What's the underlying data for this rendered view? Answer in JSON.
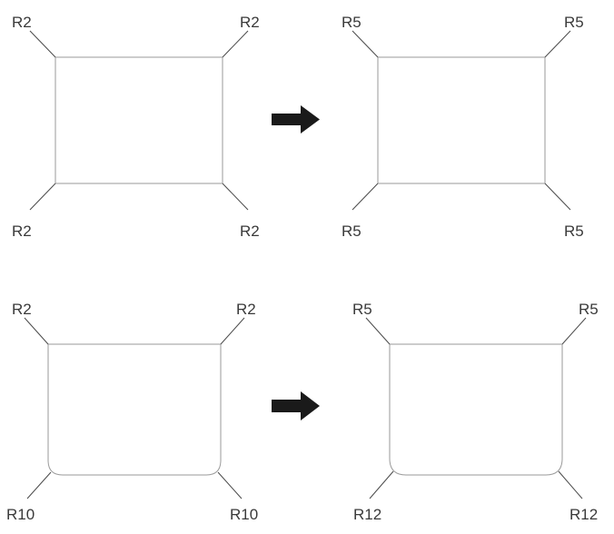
{
  "figure": {
    "description": "Corner radius change diagram: before and after fillet values on rectangle corners",
    "colors": {
      "background": "#ffffff",
      "rect_stroke": "#9a9a9a",
      "leader_stroke": "#4a4a4a",
      "label_color": "#3a3a3a",
      "arrow_fill": "#1a1a1a"
    },
    "panels": [
      {
        "name": "sharp-corners-before",
        "corner_labels": {
          "top_left": "R2",
          "top_right": "R2",
          "bottom_left": "R2",
          "bottom_right": "R2"
        }
      },
      {
        "name": "sharp-corners-after",
        "corner_labels": {
          "top_left": "R5",
          "top_right": "R5",
          "bottom_left": "R5",
          "bottom_right": "R5"
        }
      },
      {
        "name": "rounded-bottom-before",
        "corner_labels": {
          "top_left": "R2",
          "top_right": "R2",
          "bottom_left": "R10",
          "bottom_right": "R10"
        }
      },
      {
        "name": "rounded-bottom-after",
        "corner_labels": {
          "top_left": "R5",
          "top_right": "R5",
          "bottom_left": "R12",
          "bottom_right": "R12"
        }
      }
    ]
  }
}
